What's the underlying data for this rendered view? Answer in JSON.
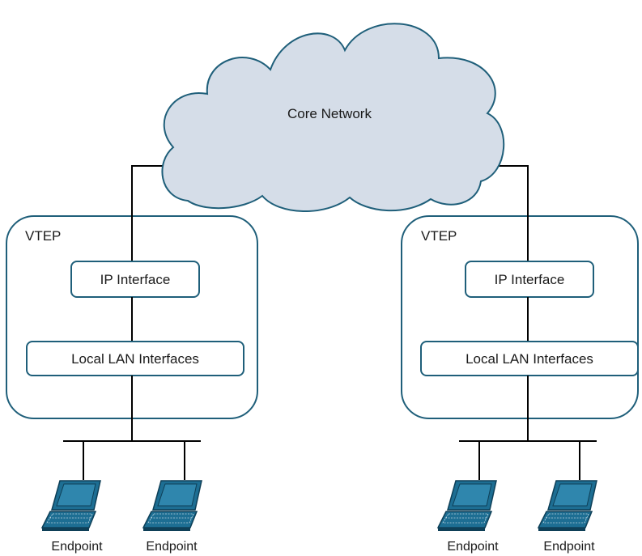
{
  "core_network": {
    "label": "Core Network"
  },
  "vteps": [
    {
      "title": "VTEP",
      "ip_interface": "IP Interface",
      "lan_interfaces": "Local LAN Interfaces",
      "endpoints": [
        "Endpoint",
        "Endpoint"
      ]
    },
    {
      "title": "VTEP",
      "ip_interface": "IP Interface",
      "lan_interfaces": "Local LAN Interfaces",
      "endpoints": [
        "Endpoint",
        "Endpoint"
      ]
    }
  ],
  "colors": {
    "cloud_fill": "#d5dde8",
    "cloud_stroke": "#1f5f7a",
    "box_stroke": "#1f5f7a",
    "line": "#000000",
    "laptop_fill": "#1d6e93",
    "laptop_dark": "#0e3f57"
  }
}
